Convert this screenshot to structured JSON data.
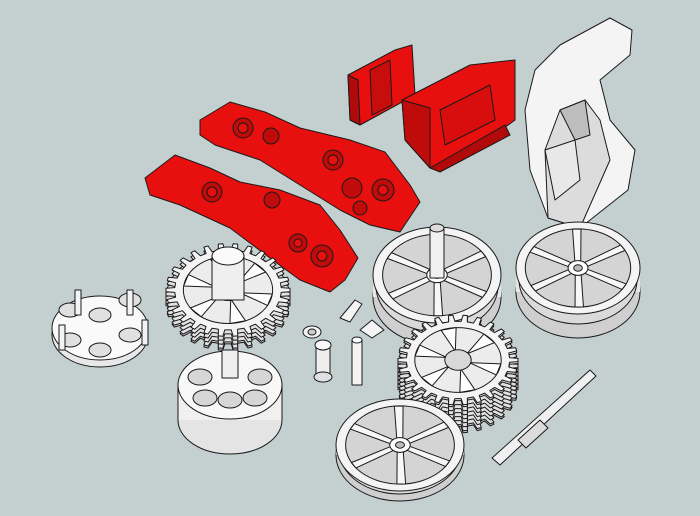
{
  "scene": {
    "background": "#c4cfd0",
    "colors": {
      "red_part": "#e8100f",
      "red_dark": "#b00a0a",
      "white_part": "#f4f4f4",
      "shade": "#c9c9c9",
      "outline": "#1a1a1a"
    },
    "gears": [
      {
        "name": "gear-left",
        "teeth": 26
      },
      {
        "name": "gear-right",
        "teeth": 26
      }
    ]
  }
}
